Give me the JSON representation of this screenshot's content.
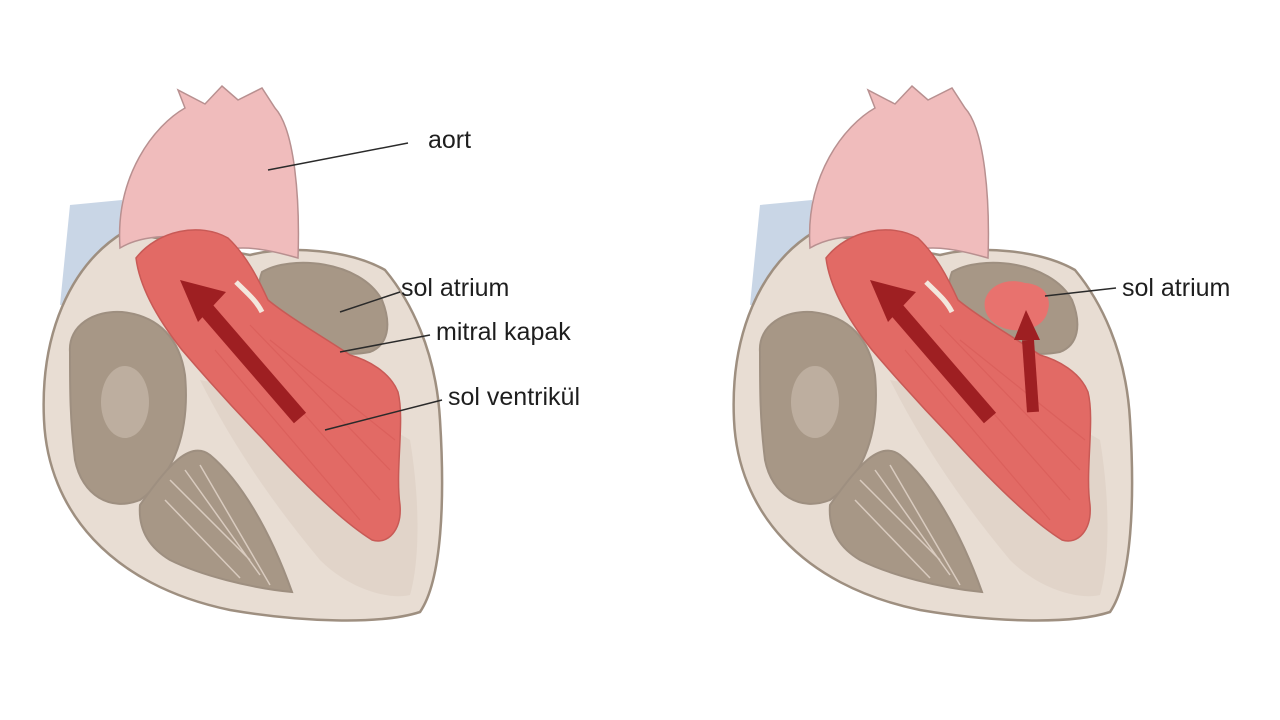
{
  "labels": {
    "normal": {
      "aorta": "aort",
      "left_atrium": "sol atrium",
      "mitral_valve": "mitral kapak",
      "left_ventricle": "sol ventrikül"
    },
    "regurgitation": {
      "left_atrium": "sol atrium"
    }
  },
  "colors": {
    "background": "#ffffff",
    "heart_wall": "#e8ddd3",
    "heart_outline": "#9e8f80",
    "chamber_dark": "#a79786",
    "left_ventricle": "#e26a65",
    "aorta": "#f0bcbc",
    "vena_cava": "#c9d6e6",
    "arrow": "#9e1f22",
    "leak": "#ef6e6b",
    "leader_line": "#2a2a2a"
  }
}
